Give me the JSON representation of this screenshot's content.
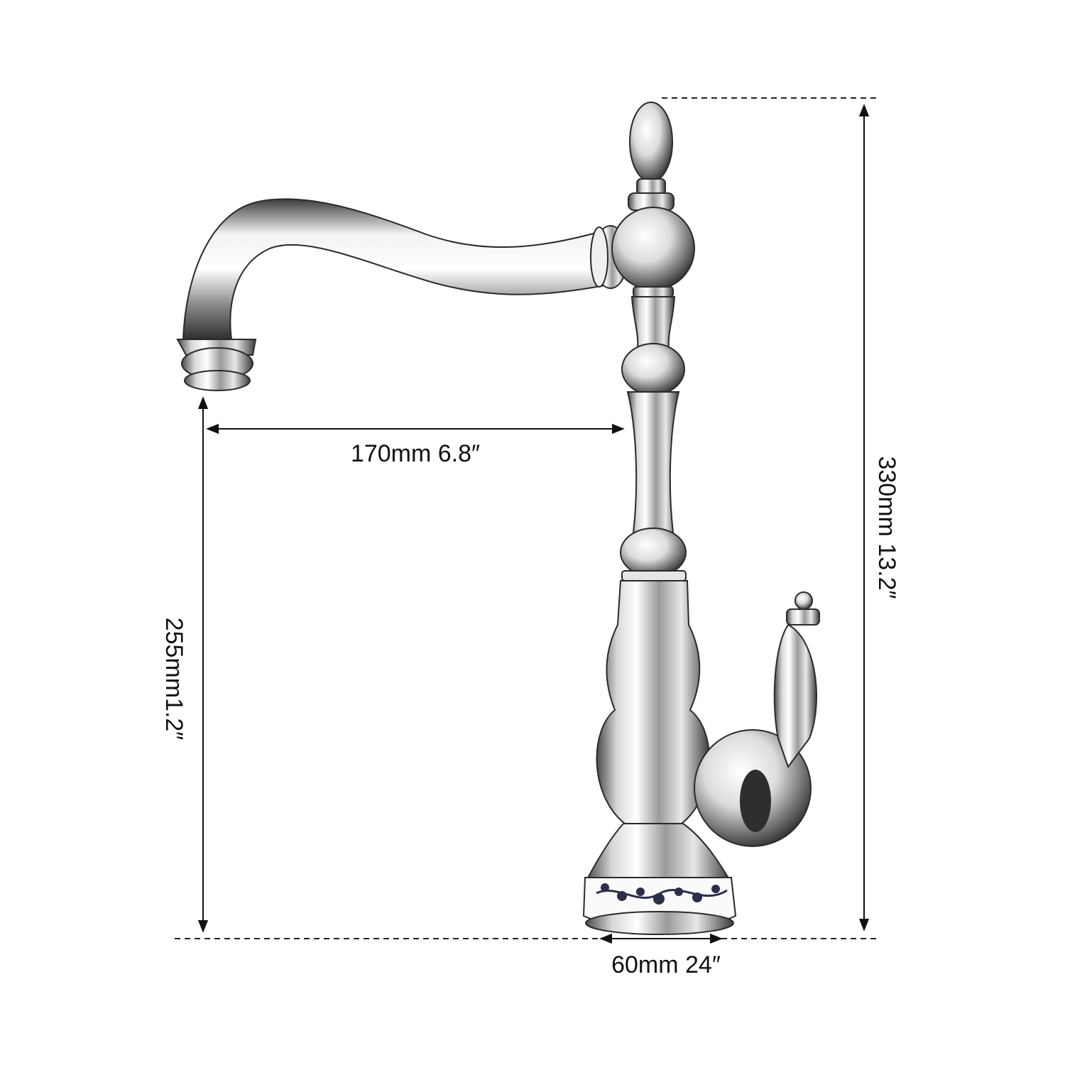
{
  "dimensions": {
    "reach": "170mm 6.8″",
    "total_height": "330mm 13.2″",
    "spout_height": "255mm1.2″",
    "base_diameter": "60mm 24″"
  },
  "product": {
    "finish": "chrome",
    "base_pattern": "blue-white floral ceramic"
  },
  "colors": {
    "line": "#111111",
    "chrome_dark": "#3a3a3a",
    "chrome_light": "#f4f4f4"
  }
}
